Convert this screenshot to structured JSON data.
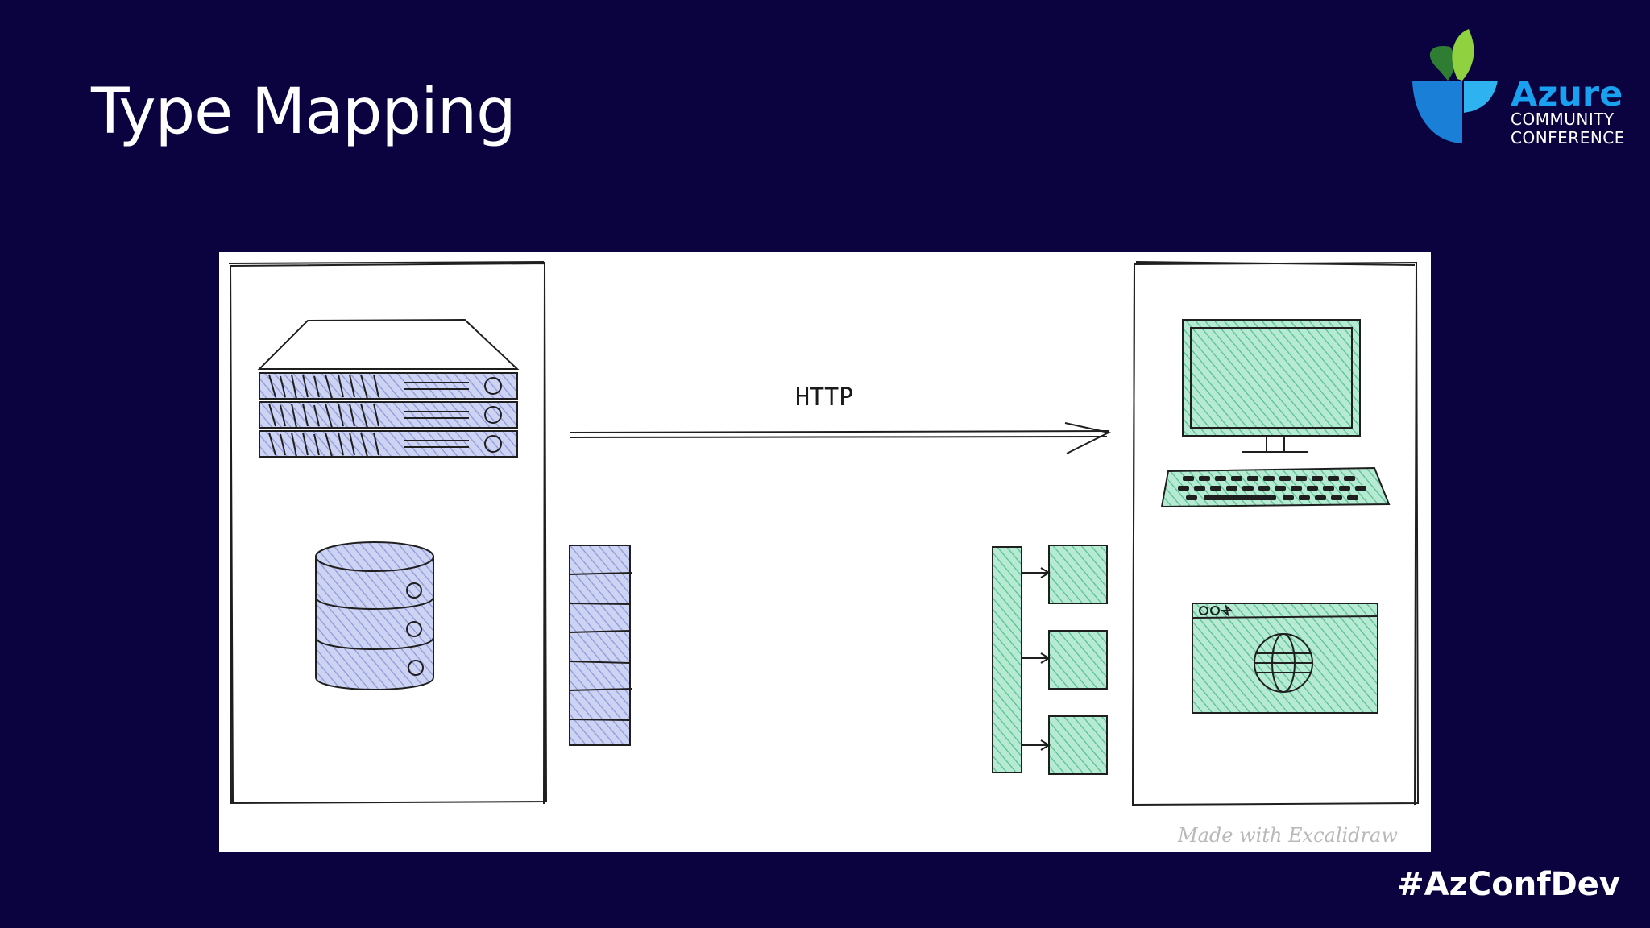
{
  "slide": {
    "title": "Type Mapping",
    "hashtag": "#AzConfDev"
  },
  "logo": {
    "word": "Azure",
    "line1": "COMMUNITY",
    "line2": "CONFERENCE",
    "colors": {
      "primary": "#1aa0f0",
      "leaf_dark": "#2f7d32",
      "leaf_light": "#8fd13f"
    }
  },
  "diagram": {
    "arrow_label": "HTTP",
    "watermark": "Made with Excalidraw",
    "colors": {
      "server_fill": "#aeb6ea",
      "client_fill": "#8fdcb8",
      "stroke": "#1f1f1f",
      "background": "#ffffff"
    },
    "left_box": {
      "items": [
        "server-rack-icon",
        "database-icon"
      ]
    },
    "right_box": {
      "items": [
        "desktop-computer-icon",
        "browser-globe-icon"
      ]
    }
  }
}
